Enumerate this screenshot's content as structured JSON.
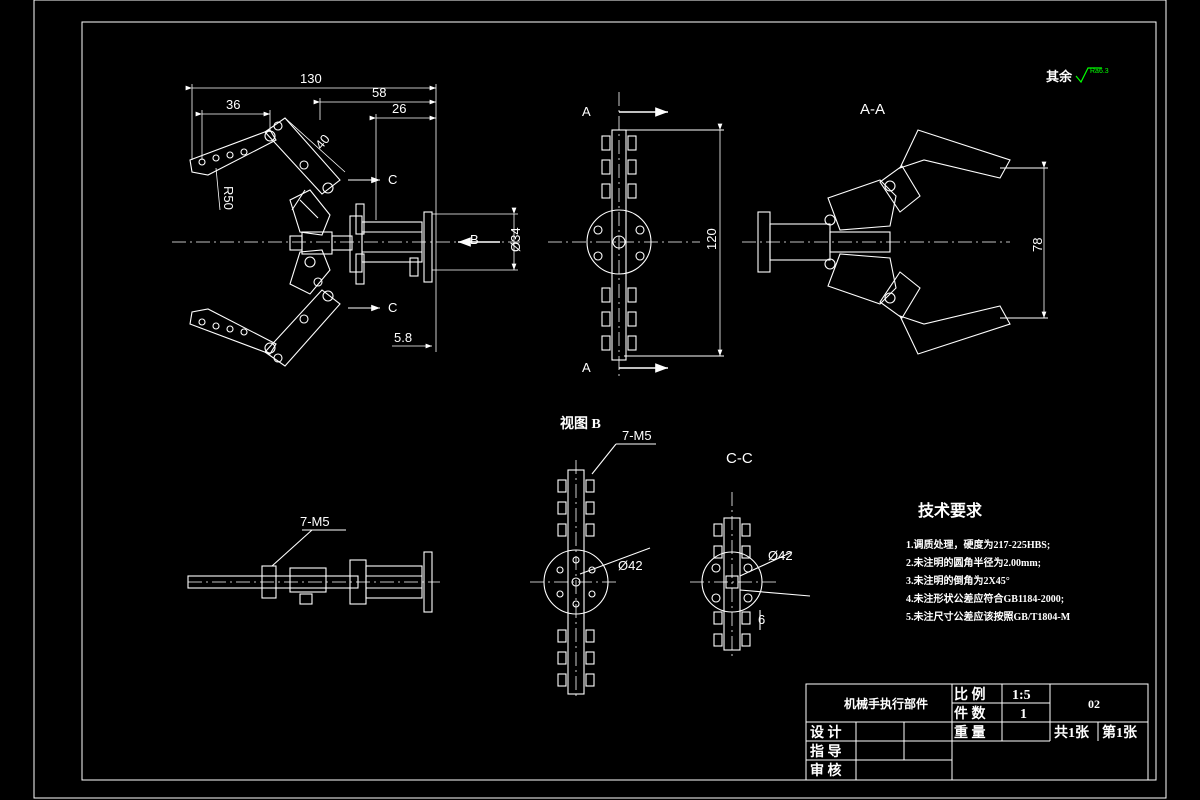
{
  "roughness_note": "其余",
  "roughness_value": "Ra6.3",
  "views": {
    "section_aa": "A-A",
    "view_b": "视图 B",
    "section_cc": "C-C",
    "marker_a": "A",
    "marker_b": "B",
    "marker_c": "C"
  },
  "dimensions": {
    "d130": "130",
    "d36": "36",
    "d58": "58",
    "d26": "26",
    "d40": "40",
    "r50": "R50",
    "phi34": "Ø34",
    "d5_8": "5.8",
    "d120": "120",
    "d78": "78",
    "m5_a": "7-M5",
    "m5_b": "7-M5",
    "phi42_b": "Ø42",
    "phi42_c": "Ø42",
    "d6": "6"
  },
  "tech_requirements": {
    "title": "技术要求",
    "items": [
      "1.调质处理，硬度为217-225HBS;",
      "2.未注明的圆角半径为2.00mm;",
      "3.未注明的倒角为2X45°",
      "4.未注形状公差应符合GB1184-2000;",
      "5.未注尺寸公差应该按照GB/T1804-M"
    ]
  },
  "title_block": {
    "part_name": "机械手执行部件",
    "scale_label": "比 例",
    "scale_value": "1:5",
    "count_label": "件 数",
    "count_value": "1",
    "drawing_no": "02",
    "weight_label": "重 量",
    "total_sheets": "共1张",
    "sheet_no": "第1张",
    "design_label": "设 计",
    "guide_label": "指 导",
    "review_label": "审 核"
  }
}
